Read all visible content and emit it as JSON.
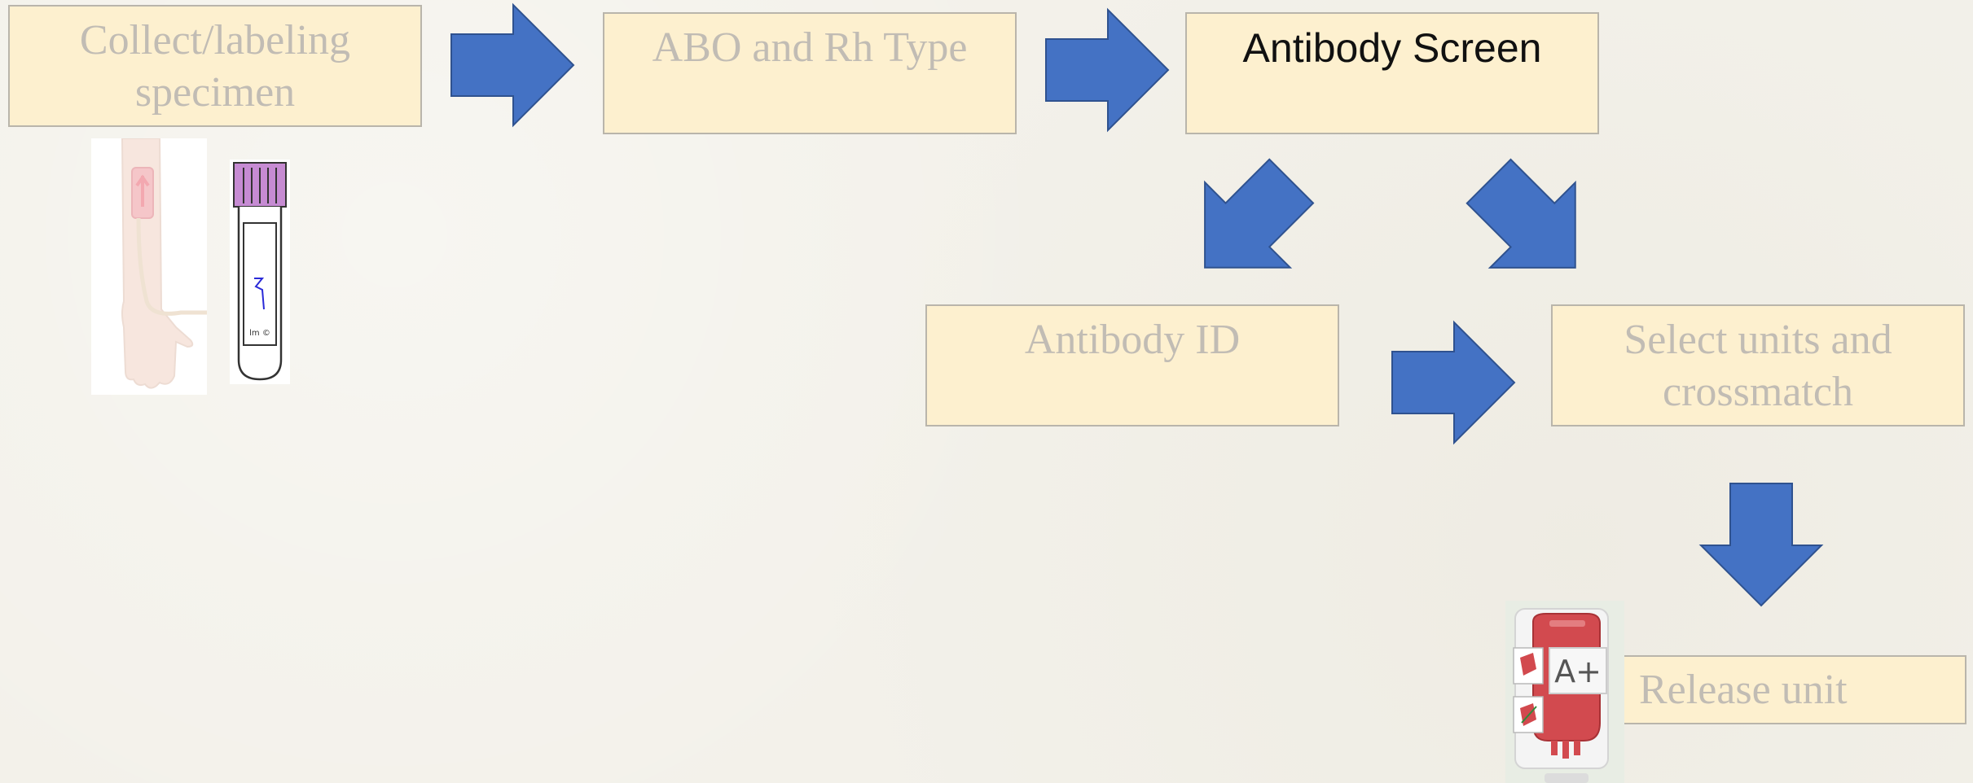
{
  "diagram": {
    "steps": {
      "collect": "Collect/labeling specimen",
      "abo": "ABO and Rh Type",
      "screen": "Antibody Screen",
      "id": "Antibody ID",
      "select": "Select units and crossmatch",
      "release": "Release unit"
    },
    "blood_bag_label": "A+",
    "tube_label": "lm ©"
  },
  "colors": {
    "box_fill": "#fdf0cf",
    "box_border": "#b9b5ab",
    "faded_text": "#c1bcb4",
    "active_text": "#111111",
    "arrow_fill": "#4472c4",
    "arrow_border": "#2f528f"
  }
}
